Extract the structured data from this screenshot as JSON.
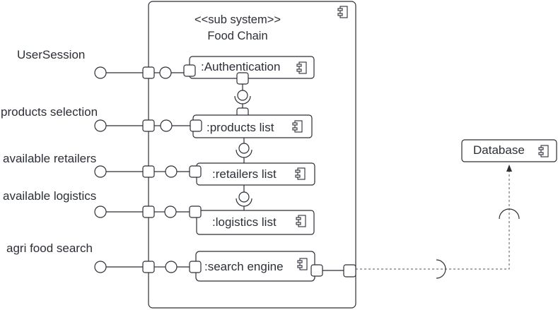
{
  "subsystem": {
    "stereotype": "<<sub system>>",
    "name": "Food Chain",
    "icon": "component-icon"
  },
  "interfaces": [
    {
      "id": "user-session",
      "label": "UserSession"
    },
    {
      "id": "products-selection",
      "label": "products selection"
    },
    {
      "id": "available-retailers",
      "label": "available retailers"
    },
    {
      "id": "available-logistics",
      "label": "available logistics"
    },
    {
      "id": "agri-food-search",
      "label": "agri food search"
    }
  ],
  "components": [
    {
      "id": "authentication",
      "label": ":Authentication",
      "icon": "component-icon"
    },
    {
      "id": "products-list",
      "label": ":products list",
      "icon": "component-icon"
    },
    {
      "id": "retailers-list",
      "label": ":retailers list",
      "icon": "component-icon"
    },
    {
      "id": "logistics-list",
      "label": ":logistics list",
      "icon": "component-icon"
    },
    {
      "id": "search-engine",
      "label": ":search engine",
      "icon": "component-icon"
    }
  ],
  "external": {
    "database": {
      "label": "Database",
      "icon": "component-icon"
    }
  },
  "colors": {
    "stroke": "#2b2f36",
    "text": "#2b2f36",
    "background": "#ffffff"
  }
}
